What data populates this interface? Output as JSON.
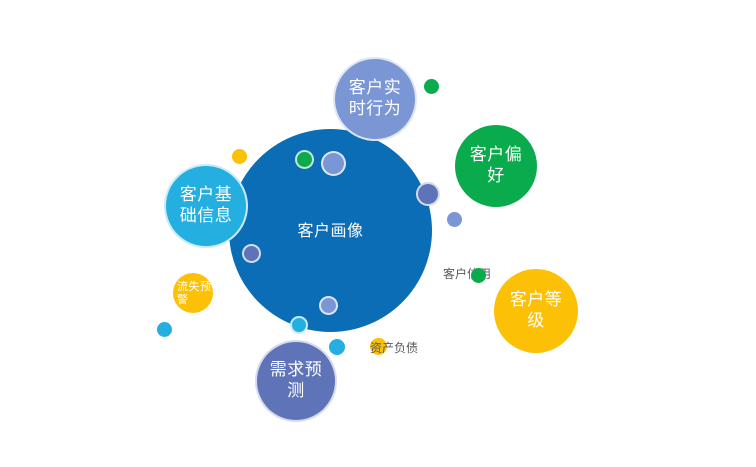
{
  "diagram": {
    "title": "客户画像",
    "central_node": {
      "label": "客户画像",
      "color": "#0a6db5"
    },
    "nodes": [
      {
        "id": "realtime-behavior",
        "label": "客户实\n时行为",
        "color": "#7b96d4"
      },
      {
        "id": "preference",
        "label": "客户偏\n好",
        "color": "#0aab4c"
      },
      {
        "id": "basic-info",
        "label": "客户基\n础信息",
        "color": "#25aee0"
      },
      {
        "id": "level",
        "label": "客户等\n级",
        "color": "#fcc006"
      },
      {
        "id": "demand-forecast",
        "label": "需求预\n测",
        "color": "#5e73b8"
      },
      {
        "id": "churn-warning",
        "label": "流失预\n警",
        "color": "#fcc006"
      }
    ],
    "text_labels": [
      {
        "id": "credit",
        "label": "客户信用",
        "color": "#595959"
      },
      {
        "id": "assets-liabilities",
        "label": "资产负债",
        "color": "#595959"
      }
    ],
    "colors": {
      "dark_blue": "#0a6db5",
      "periwinkle": "#7b96d4",
      "slate_blue": "#5e73b8",
      "light_blue": "#25aee0",
      "green": "#0aab4c",
      "yellow": "#fcc006",
      "text_gray": "#595959"
    }
  }
}
